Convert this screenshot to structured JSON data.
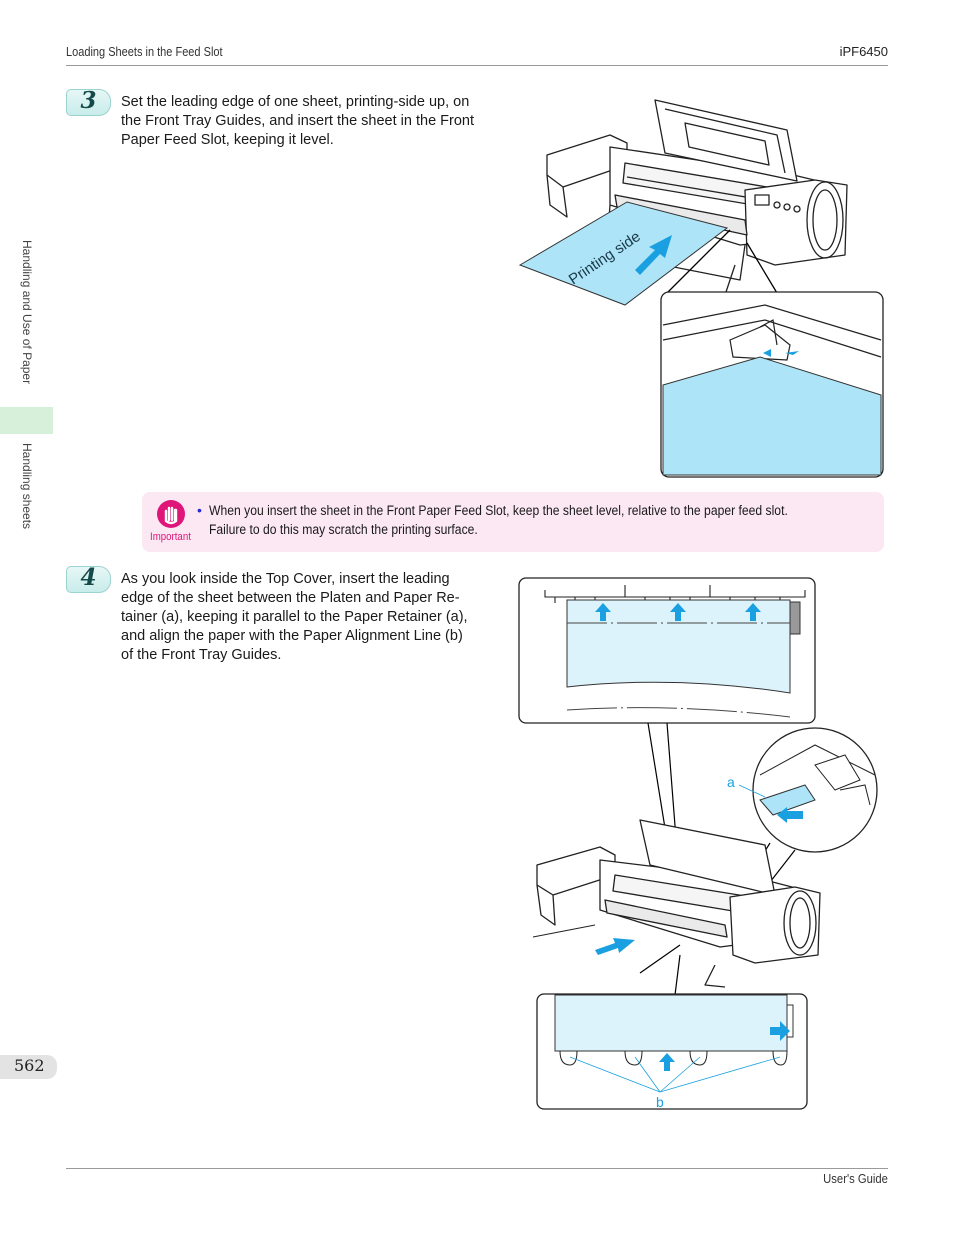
{
  "header": {
    "section_title": "Loading Sheets in the Feed Slot",
    "model": "iPF6450"
  },
  "sidebar": {
    "chapter": "Handling and Use of Paper",
    "section": "Handling sheets"
  },
  "steps": [
    {
      "number": "3",
      "lines": [
        "Set the leading edge of one sheet, printing-side up, on",
        "the Front Tray Guides, and insert the sheet in the Front",
        "Paper Feed Slot, keeping it level."
      ]
    },
    {
      "number": "4",
      "lines": [
        "As you look inside the Top Cover, insert the leading",
        "edge of the sheet between the Platen and Paper Re-",
        "tainer (a), keeping it parallel to the Paper Retainer (a),",
        "and align the paper with the Paper Alignment Line (b)",
        "of the Front Tray Guides."
      ]
    }
  ],
  "important": {
    "label": "Important",
    "bullet": "•",
    "text": "When you insert the sheet in the Front Paper Feed Slot, keep the sheet level, relative to the paper feed slot. Failure to do this may scratch the printing surface."
  },
  "figures": {
    "fig1": {
      "paper_label": "Printing side"
    },
    "fig2": {
      "label_a": "a",
      "label_b": "b"
    }
  },
  "colors": {
    "paper_fill": "#aee4f7",
    "arrow_blue": "#1aa0e0",
    "important_pink": "#e0157a",
    "step_teal": "#c8ecea"
  },
  "footer": {
    "page_number": "562",
    "guide_name": "User's Guide"
  }
}
